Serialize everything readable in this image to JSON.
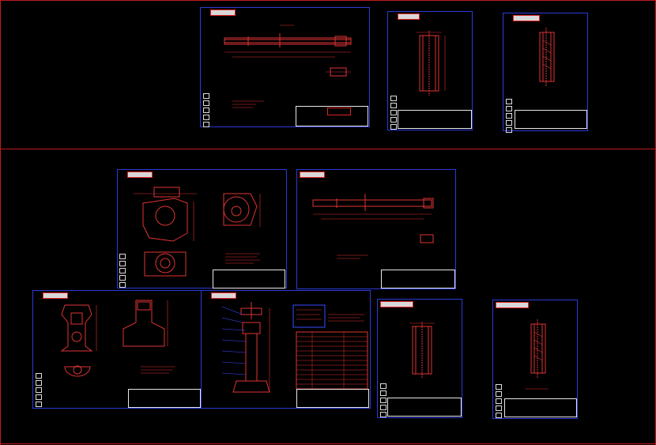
{
  "canvas": {
    "background": "#000000"
  },
  "colors": {
    "frame": "#2b3bd8",
    "section_divider": "#c21b1b",
    "geometry": "#e03333",
    "dimension": "#e03333",
    "title_block": "#e8e8e8",
    "leader": "#3d4bff"
  },
  "sheets": [
    {
      "id": "shaft-sheet-top",
      "kind": "shaft-drawing"
    },
    {
      "id": "sleeve-sheet-top-1",
      "kind": "sleeve-drawing"
    },
    {
      "id": "sleeve-sheet-top-2",
      "kind": "sleeve-drawing"
    },
    {
      "id": "body-sheet",
      "kind": "body-drawing"
    },
    {
      "id": "stem-sheet",
      "kind": "shaft-drawing"
    },
    {
      "id": "bonnet-sheet",
      "kind": "bonnet-drawing"
    },
    {
      "id": "assembly-sheet",
      "kind": "assembly-drawing"
    },
    {
      "id": "sleeve-sheet-bottom-1",
      "kind": "sleeve-drawing"
    },
    {
      "id": "sleeve-sheet-bottom-2",
      "kind": "sleeve-drawing"
    }
  ],
  "icons": {
    "roughness": "roughness-symbol-icon"
  }
}
